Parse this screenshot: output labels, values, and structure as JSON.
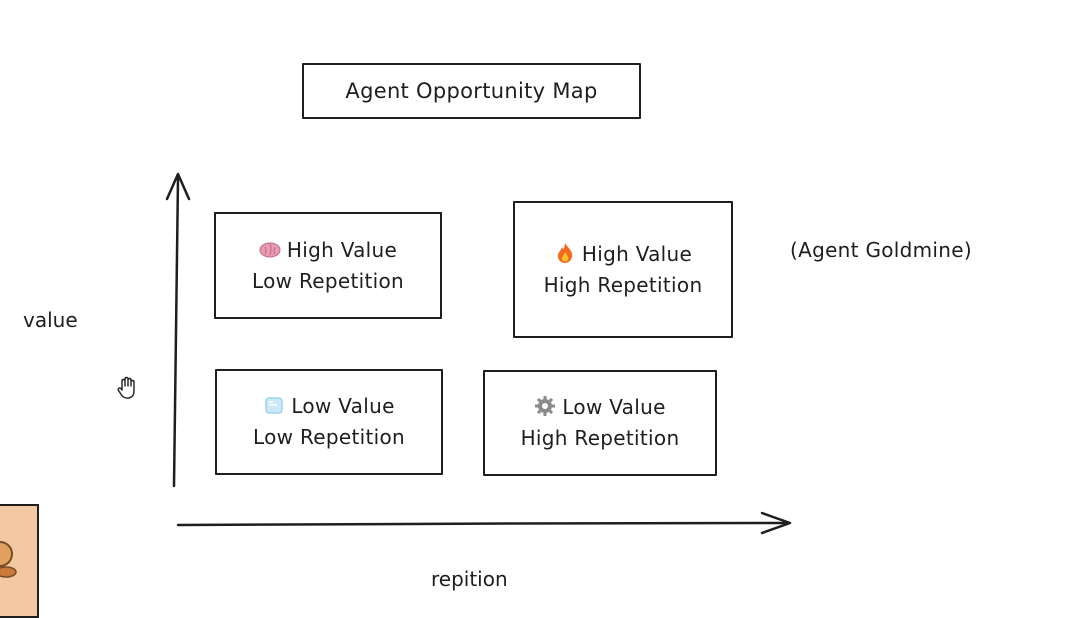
{
  "title": "Agent Opportunity Map",
  "axes": {
    "y_label": "value",
    "x_label": "repition"
  },
  "quadrants": {
    "top_left": {
      "icon": "brain-icon",
      "line1": "High Value",
      "line2": "Low Repetition"
    },
    "top_right": {
      "icon": "fire-icon",
      "line1": "High Value",
      "line2": "High Repetition"
    },
    "bottom_left": {
      "icon": "ice-cube-icon",
      "line1": "Low Value",
      "line2": "Low Repetition"
    },
    "bottom_right": {
      "icon": "gear-icon",
      "line1": "Low Value",
      "line2": "High Repetition"
    }
  },
  "annotation": "(Agent Goldmine)",
  "colors": {
    "stroke": "#1e1e1e",
    "background": "#ffffff",
    "brain": "#e89ab0",
    "fire": "#f26b1d",
    "ice": "#9fd3ef",
    "gear": "#8a8a8a",
    "thumbnail": "#f2c9a3"
  }
}
